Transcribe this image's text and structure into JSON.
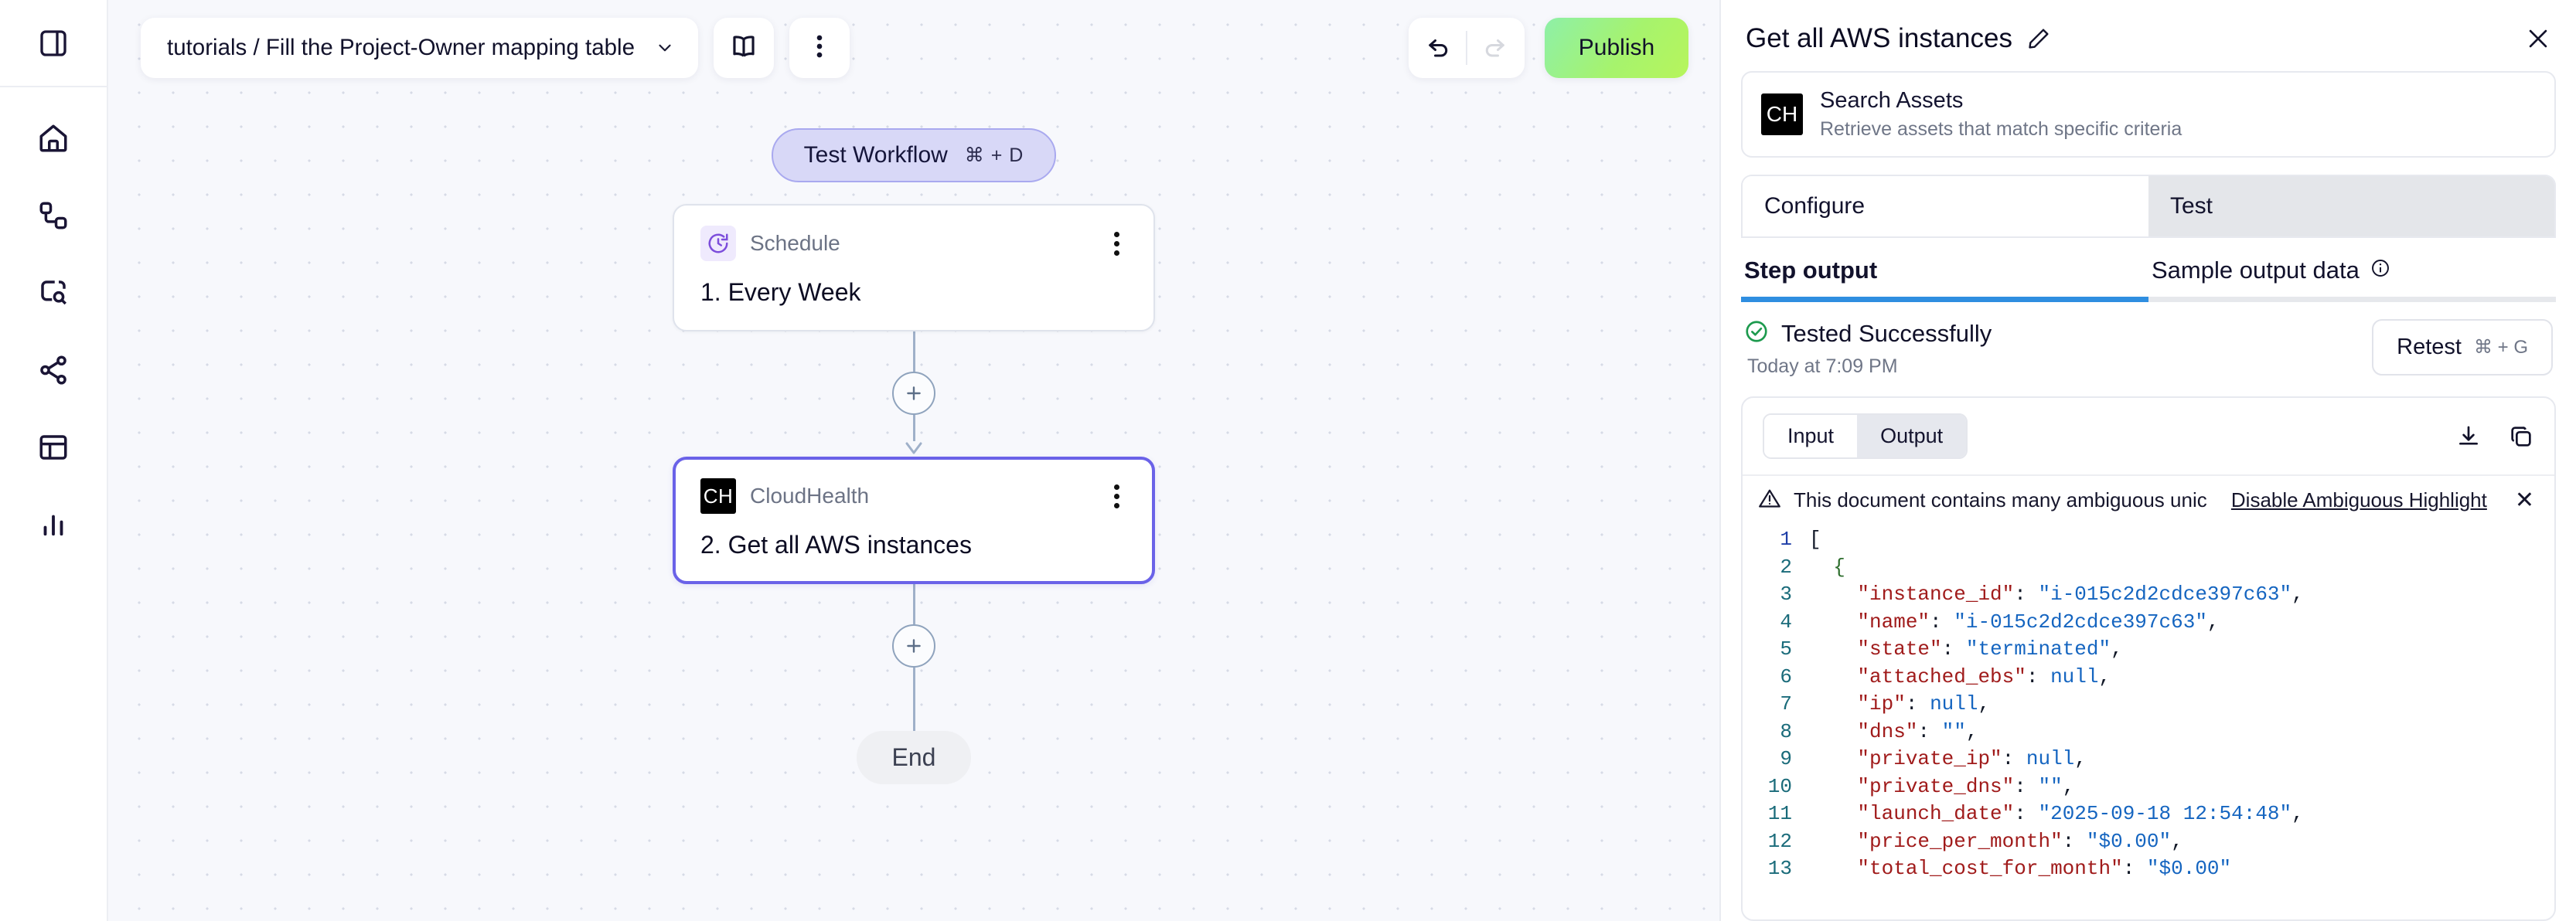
{
  "rail": {
    "toggle": {
      "icon": "panel-toggle-icon"
    },
    "items": [
      {
        "icon": "home-icon",
        "name": "home"
      },
      {
        "icon": "workflows-icon",
        "name": "workflows"
      },
      {
        "icon": "search-assets-icon",
        "name": "search-assets"
      },
      {
        "icon": "share-nodes-icon",
        "name": "connections"
      },
      {
        "icon": "table-icon",
        "name": "tables"
      },
      {
        "icon": "bar-chart-icon",
        "name": "analytics"
      }
    ]
  },
  "topbar": {
    "workflow_path": "tutorials / Fill the Project-Owner mapping table",
    "book_icon": "book-icon",
    "more_icon": "more-vertical-icon",
    "undo_icon": "undo-icon",
    "redo_icon": "redo-icon",
    "publish_label": "Publish"
  },
  "canvas": {
    "test_workflow_label": "Test Workflow",
    "test_workflow_shortcut": "⌘ + D",
    "nodes": [
      {
        "badge": "clock-icon",
        "badge_text": "",
        "source": "Schedule",
        "title": "1. Every Week",
        "selected": false
      },
      {
        "badge": "ch-badge",
        "badge_text": "CH",
        "source": "CloudHealth",
        "title": "2. Get all AWS instances",
        "selected": true
      }
    ],
    "add_button_label": "+",
    "end_label": "End"
  },
  "panel": {
    "title": "Get all AWS instances",
    "edit_icon": "pencil-icon",
    "close_icon": "close-icon",
    "operation": {
      "badge_text": "CH",
      "name": "Search Assets",
      "description": "Retrieve assets that match specific criteria"
    },
    "tabs": [
      {
        "label": "Configure",
        "active": true
      },
      {
        "label": "Test",
        "active": false
      }
    ],
    "subtabs": [
      {
        "label": "Step output",
        "active": true,
        "info_icon": ""
      },
      {
        "label": "Sample output data",
        "active": false,
        "info_icon": "info-icon"
      }
    ],
    "status": {
      "icon": "check-circle-icon",
      "text": "Tested Successfully",
      "time": "Today at 7:09 PM",
      "retest_label": "Retest",
      "retest_shortcut": "⌘ + G"
    },
    "io": {
      "segments": [
        {
          "label": "Input",
          "on": false
        },
        {
          "label": "Output",
          "on": true
        }
      ],
      "download_icon": "download-icon",
      "copy_icon": "copy-icon"
    },
    "warning": {
      "icon": "warning-triangle-icon",
      "text": "This document contains many ambiguous unicode characters",
      "link": "Disable Ambiguous Highlight",
      "close": "✕"
    },
    "code_lines": [
      {
        "n": "1",
        "tokens": [
          {
            "t": "[",
            "c": "p"
          }
        ]
      },
      {
        "n": "2",
        "tokens": [
          {
            "t": "  {",
            "c": "br"
          }
        ]
      },
      {
        "n": "3",
        "tokens": [
          {
            "t": "    ",
            "c": "p"
          },
          {
            "t": "\"instance_id\"",
            "c": "k"
          },
          {
            "t": ": ",
            "c": "p"
          },
          {
            "t": "\"i-015c2d2cdce397c63\"",
            "c": "s"
          },
          {
            "t": ",",
            "c": "p"
          }
        ]
      },
      {
        "n": "4",
        "tokens": [
          {
            "t": "    ",
            "c": "p"
          },
          {
            "t": "\"name\"",
            "c": "k"
          },
          {
            "t": ": ",
            "c": "p"
          },
          {
            "t": "\"i-015c2d2cdce397c63\"",
            "c": "s"
          },
          {
            "t": ",",
            "c": "p"
          }
        ]
      },
      {
        "n": "5",
        "tokens": [
          {
            "t": "    ",
            "c": "p"
          },
          {
            "t": "\"state\"",
            "c": "k"
          },
          {
            "t": ": ",
            "c": "p"
          },
          {
            "t": "\"terminated\"",
            "c": "s"
          },
          {
            "t": ",",
            "c": "p"
          }
        ]
      },
      {
        "n": "6",
        "tokens": [
          {
            "t": "    ",
            "c": "p"
          },
          {
            "t": "\"attached_ebs\"",
            "c": "k"
          },
          {
            "t": ": ",
            "c": "p"
          },
          {
            "t": "null",
            "c": "nu"
          },
          {
            "t": ",",
            "c": "p"
          }
        ]
      },
      {
        "n": "7",
        "tokens": [
          {
            "t": "    ",
            "c": "p"
          },
          {
            "t": "\"ip\"",
            "c": "k"
          },
          {
            "t": ": ",
            "c": "p"
          },
          {
            "t": "null",
            "c": "nu"
          },
          {
            "t": ",",
            "c": "p"
          }
        ]
      },
      {
        "n": "8",
        "tokens": [
          {
            "t": "    ",
            "c": "p"
          },
          {
            "t": "\"dns\"",
            "c": "k"
          },
          {
            "t": ": ",
            "c": "p"
          },
          {
            "t": "\"\"",
            "c": "s"
          },
          {
            "t": ",",
            "c": "p"
          }
        ]
      },
      {
        "n": "9",
        "tokens": [
          {
            "t": "    ",
            "c": "p"
          },
          {
            "t": "\"private_ip\"",
            "c": "k"
          },
          {
            "t": ": ",
            "c": "p"
          },
          {
            "t": "null",
            "c": "nu"
          },
          {
            "t": ",",
            "c": "p"
          }
        ]
      },
      {
        "n": "10",
        "tokens": [
          {
            "t": "    ",
            "c": "p"
          },
          {
            "t": "\"private_dns\"",
            "c": "k"
          },
          {
            "t": ": ",
            "c": "p"
          },
          {
            "t": "\"\"",
            "c": "s"
          },
          {
            "t": ",",
            "c": "p"
          }
        ]
      },
      {
        "n": "11",
        "tokens": [
          {
            "t": "    ",
            "c": "p"
          },
          {
            "t": "\"launch_date\"",
            "c": "k"
          },
          {
            "t": ": ",
            "c": "p"
          },
          {
            "t": "\"2025-09-18 12:54:48\"",
            "c": "s"
          },
          {
            "t": ",",
            "c": "p"
          }
        ]
      },
      {
        "n": "12",
        "tokens": [
          {
            "t": "    ",
            "c": "p"
          },
          {
            "t": "\"price_per_month\"",
            "c": "k"
          },
          {
            "t": ": ",
            "c": "p"
          },
          {
            "t": "\"$0.00\"",
            "c": "s"
          },
          {
            "t": ",",
            "c": "p"
          }
        ]
      },
      {
        "n": "13",
        "tokens": [
          {
            "t": "    ",
            "c": "p"
          },
          {
            "t": "\"total_cost_for_month\"",
            "c": "k"
          },
          {
            "t": ": ",
            "c": "p"
          },
          {
            "t": "\"$0.00\"",
            "c": "s"
          }
        ]
      }
    ]
  },
  "colors": {
    "accent_purple": "#6a62e8",
    "publish_green": "#a6f36d",
    "status_green": "#1d9a4e",
    "underline_blue": "#2f8ee0",
    "canvas_bg": "#f7f8fc"
  }
}
